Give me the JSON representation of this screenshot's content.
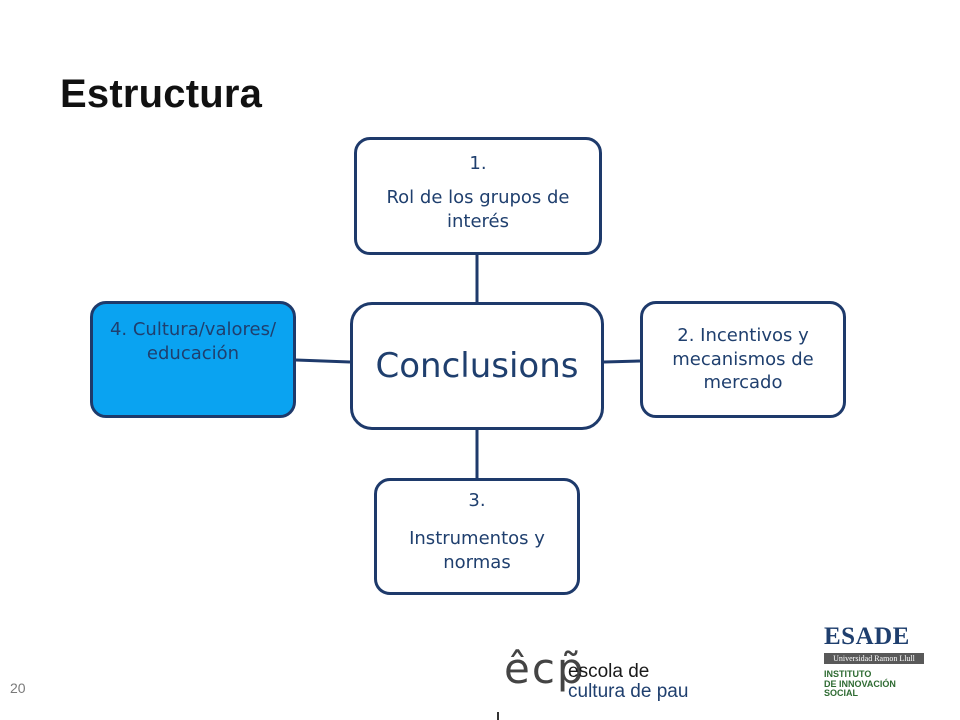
{
  "slide": {
    "title": "Estructura",
    "page_number": "20"
  },
  "diagram": {
    "center": {
      "label": "Conclusions"
    },
    "top": {
      "number": "1.",
      "label": "Rol de los grupos de interés"
    },
    "right": {
      "label": "2. Incentivos y mecanismos de mercado"
    },
    "bottom": {
      "number": "3.",
      "label": "Instrumentos y normas"
    },
    "left": {
      "label": "4. Cultura/valores/ educación"
    },
    "colors": {
      "border": "#1e3a6b",
      "text": "#1f3f6e",
      "highlight_fill": "#0aa3f1"
    }
  },
  "logos": {
    "ecp": {
      "mark": "êcp̃",
      "line1": "escola de",
      "line2": "cultura de pau"
    },
    "esade": {
      "name": "ESADE",
      "subtitle": "Universidad Ramon Llull",
      "institute_line1": "INSTITUTO",
      "institute_line2": "DE INNOVACIÓN",
      "institute_line3": "SOCIAL"
    }
  }
}
